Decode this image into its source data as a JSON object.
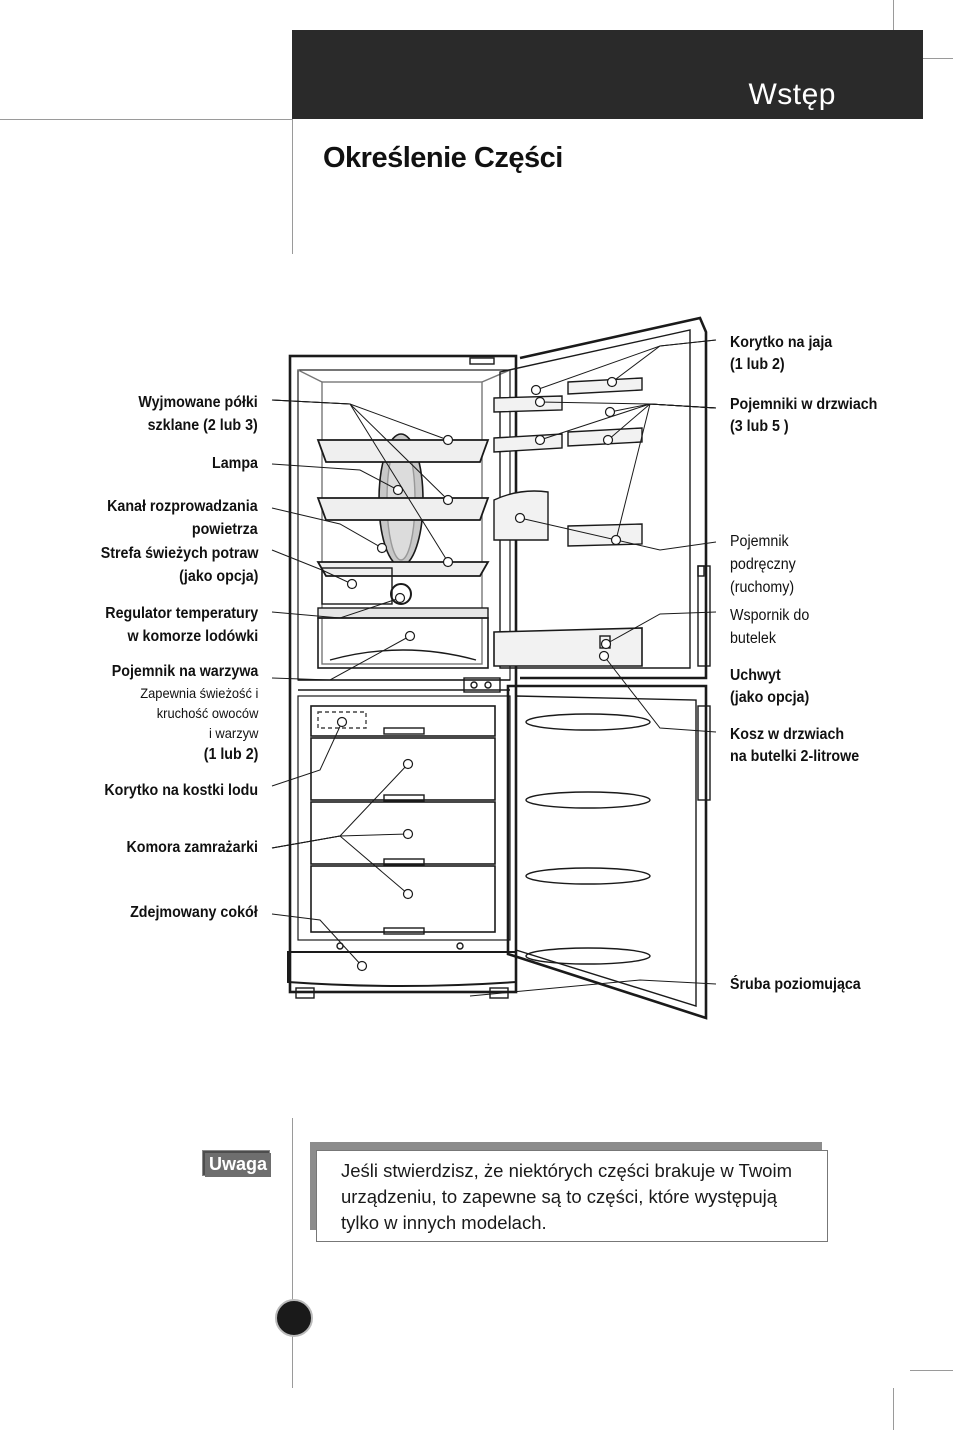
{
  "header": {
    "section": "Wstęp",
    "title": "Określenie Części"
  },
  "labels_left": [
    {
      "name": "label-glass-shelves",
      "lines": [
        "Wyjmowane półki",
        "szklane (2 lub 3)"
      ]
    },
    {
      "name": "label-lamp",
      "lines": [
        "Lampa"
      ]
    },
    {
      "name": "label-air-duct",
      "lines": [
        "Kanał rozprowadzania",
        "powietrza"
      ]
    },
    {
      "name": "label-fresh-zone",
      "lines": [
        "Strefa świeżych potraw",
        "(jako opcja)"
      ]
    },
    {
      "name": "label-temp-regulator",
      "lines": [
        "Regulator temperatury",
        "w komorze lodówki"
      ]
    },
    {
      "name": "label-vegetable-drawer",
      "title": "Pojemnik na warzywa",
      "desc": [
        "Zapewnia świeżość i",
        "kruchość owoców",
        "i warzyw"
      ],
      "suffix": "(1 lub 2)"
    },
    {
      "name": "label-ice-tray",
      "lines": [
        "Korytko na kostki lodu"
      ]
    },
    {
      "name": "label-freezer",
      "lines": [
        "Komora zamrażarki"
      ]
    },
    {
      "name": "label-plinth",
      "lines": [
        "Zdejmowany cokół"
      ]
    }
  ],
  "labels_right": [
    {
      "name": "label-egg-tray",
      "lines": [
        "Korytko na jaja",
        "(1 lub 2)"
      ]
    },
    {
      "name": "label-door-bins",
      "lines": [
        "Pojemniki w drzwiach",
        "(3 lub 5 )"
      ]
    },
    {
      "name": "label-handy-bin",
      "lines": [
        "Pojemnik",
        "podręczny",
        "(ruchomy)"
      ]
    },
    {
      "name": "label-bottle-holder",
      "lines": [
        "Wspornik do",
        "butelek"
      ]
    },
    {
      "name": "label-handle",
      "lines": [
        "Uchwyt",
        "(jako opcja)"
      ]
    },
    {
      "name": "label-bottle-basket",
      "lines": [
        "Kosz w drzwiach",
        "na butelki 2-litrowe"
      ]
    },
    {
      "name": "label-leveling-screw",
      "lines": [
        "Śruba poziomująca"
      ]
    }
  ],
  "note": {
    "badge": "Uwaga",
    "text": "Jeśli stwierdzisz, że niektórych części brakuje w Twoim urządzeniu, to zapewne są to części, które występują tylko w innych modelach."
  },
  "colors": {
    "header_bg": "#2a2a2a",
    "badge_bg": "#6e6e6e",
    "note_shadow": "#8c8c8c"
  }
}
